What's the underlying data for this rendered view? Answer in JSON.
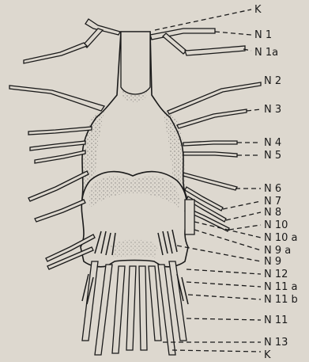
{
  "figure": {
    "background_color": "#ddd8cf",
    "ink_color": "#1a1a1a",
    "labels": {
      "k_top": "K",
      "n1": "N 1",
      "n1a": "N 1a",
      "n2": "N 2",
      "n3": "N 3",
      "n4": "N 4",
      "n5": "N 5",
      "n6": "N 6",
      "n7": "N 7",
      "n8": "N 8",
      "n10": "N 10",
      "n10a": "N 10 a",
      "n9a": "N 9 a",
      "n9": "N 9",
      "n12": "N 12",
      "n11a": "N 11 a",
      "n11b": "N 11 b",
      "n11": "N 11",
      "n13": "N 13",
      "k_bottom": "K"
    }
  }
}
